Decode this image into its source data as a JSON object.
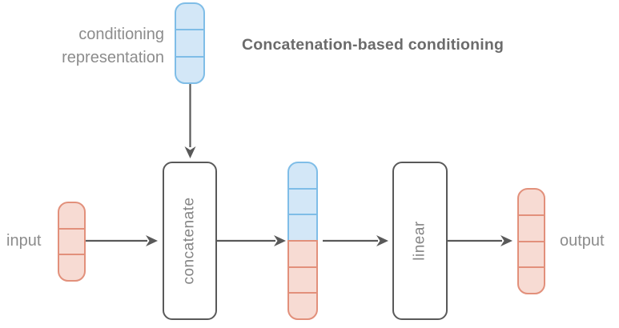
{
  "title": "Concatenation-based conditioning",
  "labels": {
    "conditioning_line1": "conditioning",
    "conditioning_line2": "representation",
    "input": "input",
    "output": "output"
  },
  "boxes": {
    "concatenate": "concatenate",
    "linear": "linear"
  },
  "blocks": {
    "conditioning_representation": {
      "color": "blue",
      "segments": 3
    },
    "input": {
      "color": "pink",
      "segments": 3
    },
    "concatenated_blue_part": {
      "color": "blue",
      "segments": 3
    },
    "concatenated_pink_part": {
      "color": "pink",
      "segments": 3
    },
    "output": {
      "color": "pink",
      "segments": 4
    }
  },
  "arrows": [
    {
      "name": "conditioning-to-concatenate",
      "direction": "down"
    },
    {
      "name": "input-to-concatenate",
      "direction": "right"
    },
    {
      "name": "concatenate-to-vector",
      "direction": "right"
    },
    {
      "name": "vector-to-linear",
      "direction": "right"
    },
    {
      "name": "linear-to-output",
      "direction": "right"
    }
  ],
  "colors": {
    "blue_fill": "#d3e7f7",
    "blue_border": "#7fbde7",
    "pink_fill": "#f7dbd3",
    "pink_border": "#e2907b",
    "arrow": "#595959",
    "box_border": "#595959",
    "label_text": "#8c8c8c",
    "box_text": "#858585",
    "title_text": "#6b6b6b",
    "bg": "#ffffff"
  }
}
